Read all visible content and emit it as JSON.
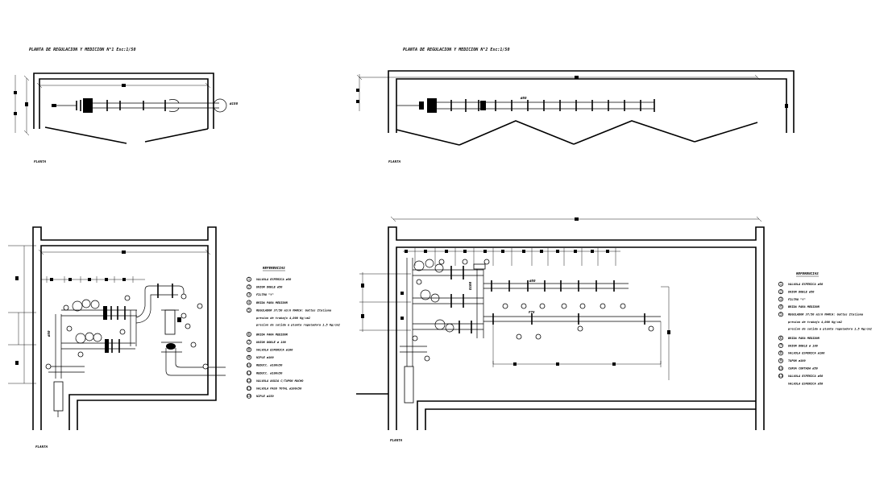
{
  "titles": {
    "left_plan": "PLANTA DE REGULACION Y MEDICION N°1 Esc:1/50",
    "right_plan": "PLANTA DE REGULACION Y MEDICION N°2 Esc:1/50"
  },
  "view_labels": {
    "left_top": "PLANTA",
    "right_top": "PLANTA",
    "left_bottom": "PLANTA",
    "right_bottom": "PLANTA"
  },
  "dimension_labels": {
    "left_pipe": "ø150",
    "right_pipe": "ø50",
    "right_header": "ø50",
    "right_collector": "P75",
    "left_vertical": "ø50",
    "right_vertical": "D100"
  },
  "legend_left": {
    "title": "REFERENCIAS",
    "items": [
      {
        "n": "1",
        "text": "VALVULA ESFERICA ø50"
      },
      {
        "n": "2",
        "text": "UNION DOBLE ø50"
      },
      {
        "n": "3",
        "text": "FILTRO \"Y\""
      },
      {
        "n": "4",
        "text": "BRIDA PARA MEDIDOR"
      },
      {
        "n": "5",
        "text": "REGULADOR 37/50 m3/h MARCA: Gattas Italiana"
      },
      {
        "n": "",
        "text": "presion de trabajo 4,000 Kg/cm2"
      },
      {
        "n": "",
        "text": "presion de salida a planta reguladora 1,5 Kg/cm2"
      },
      {
        "n": "6",
        "text": "BRIDA PARA MEDIDOR"
      },
      {
        "n": "7",
        "text": "UNION DOBLE ø 100"
      },
      {
        "n": "8",
        "text": "VALVULA ESFERICA ø100"
      },
      {
        "n": "9",
        "text": "NIPLE ø100"
      },
      {
        "n": "10",
        "text": "REDUCC. ø100x50"
      },
      {
        "n": "11",
        "text": "REDUCC. ø100x50"
      },
      {
        "n": "12",
        "text": "VALVULA AGUJA C/TAPON MACHO"
      },
      {
        "n": "13",
        "text": "VALVULA PASO TOTAL ø100x50"
      },
      {
        "n": "14",
        "text": "NIPLE ø150"
      }
    ]
  },
  "legend_right": {
    "title": "REFERENCIAS",
    "items": [
      {
        "n": "1",
        "text": "VALVULA ESFERICA ø50"
      },
      {
        "n": "2",
        "text": "UNION DOBLE ø50"
      },
      {
        "n": "3",
        "text": "FILTRO \"Y\""
      },
      {
        "n": "4",
        "text": "BRIDA PARA MEDIDOR"
      },
      {
        "n": "5",
        "text": "REGULADOR 37/50 m3/h MARCA: Gattas Italiana"
      },
      {
        "n": "",
        "text": "presion de trabajo 4,000 Kg/cm2"
      },
      {
        "n": "",
        "text": "presion de salida a planta reguladora 1,5 Kg/cm2"
      },
      {
        "n": "6",
        "text": "BRIDA PARA MEDIDOR"
      },
      {
        "n": "7",
        "text": "UNION DOBLE ø 100"
      },
      {
        "n": "8",
        "text": "VALVULA ESFERICA ø100"
      },
      {
        "n": "9",
        "text": "TAPON ø100"
      },
      {
        "n": "10",
        "text": "CURVA CORTADA ø50"
      },
      {
        "n": "11",
        "text": "VALVULA ESFERICA ø50"
      },
      {
        "n": "",
        "text": "VALVULA ESFERICA ø50"
      }
    ]
  },
  "colors": {
    "line": "#000000",
    "background": "#ffffff"
  }
}
